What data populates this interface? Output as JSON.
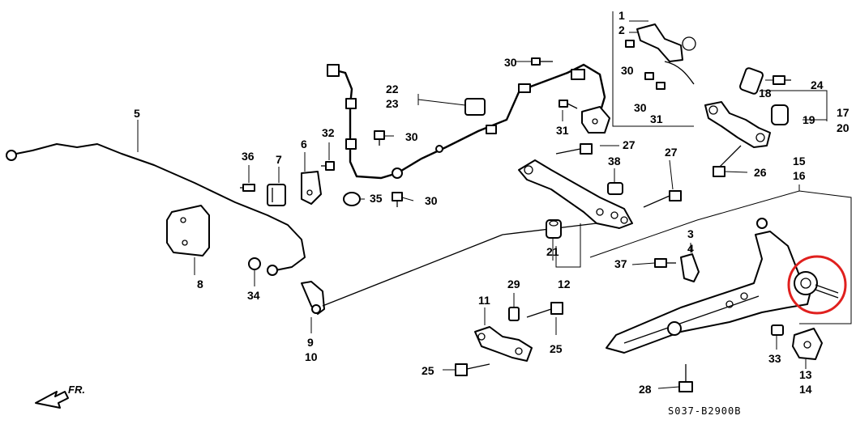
{
  "diagram": {
    "code": "S037-B2900B",
    "direction_label": "FR.",
    "highlight_color": "#e0201e",
    "callouts": {
      "c1": "1",
      "c2": "2",
      "c3": "3",
      "c4": "4",
      "c5": "5",
      "c6": "6",
      "c7": "7",
      "c8": "8",
      "c9": "9",
      "c10": "10",
      "c11": "11",
      "c12": "12",
      "c13": "13",
      "c14": "14",
      "c15": "15",
      "c16": "16",
      "c17": "17",
      "c18": "18",
      "c19": "19",
      "c20": "20",
      "c21": "21",
      "c22": "22",
      "c23": "23",
      "c24": "24",
      "c25a": "25",
      "c25b": "25",
      "c26": "26",
      "c27a": "27",
      "c27b": "27",
      "c28": "28",
      "c29": "29",
      "c30a": "30",
      "c30b": "30",
      "c30c": "30",
      "c30d": "30",
      "c30e": "30",
      "c31a": "31",
      "c31b": "31",
      "c32": "32",
      "c33": "33",
      "c34": "34",
      "c35": "35",
      "c36": "36",
      "c37": "37",
      "c38": "38"
    }
  }
}
